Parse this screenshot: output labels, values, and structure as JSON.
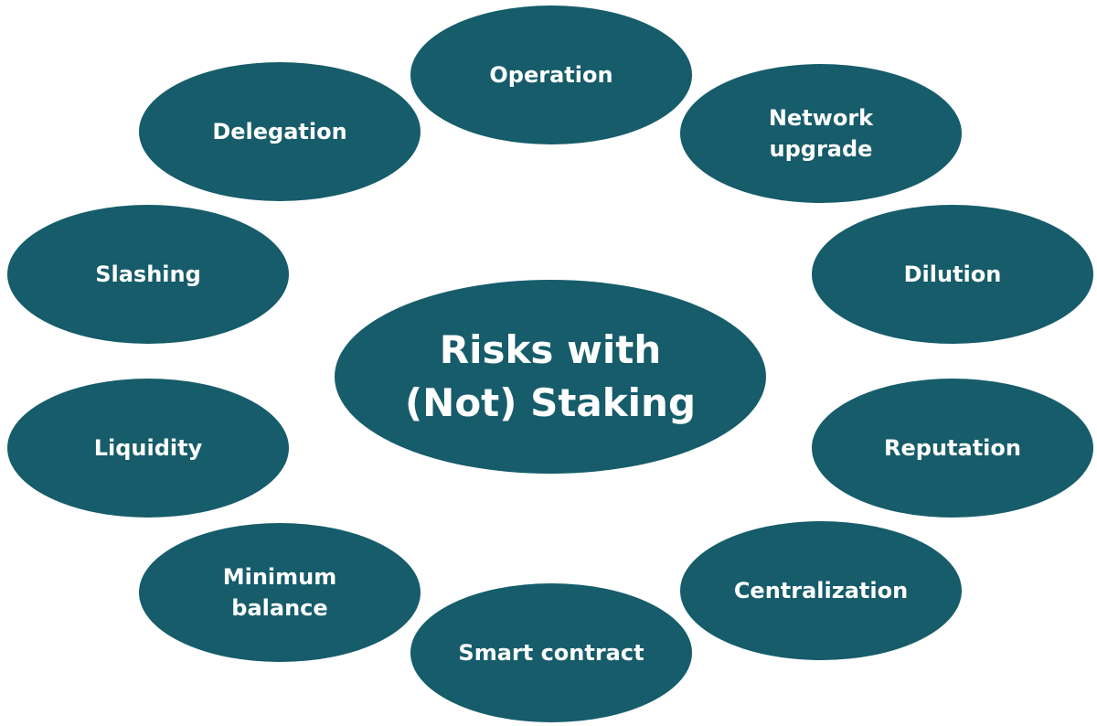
{
  "colors": {
    "node": "#165c6a",
    "text": "#ffffff",
    "background": "#ffffff"
  },
  "diagram": {
    "center": "Risks with\n(Not) Staking",
    "nodes": {
      "operation": "Operation",
      "network_upgrade": "Network\nupgrade",
      "dilution": "Dilution",
      "reputation": "Reputation",
      "centralization": "Centralization",
      "smart_contract": "Smart contract",
      "minimum_balance": "Minimum\nbalance",
      "liquidity": "Liquidity",
      "slashing": "Slashing",
      "delegation": "Delegation"
    }
  }
}
